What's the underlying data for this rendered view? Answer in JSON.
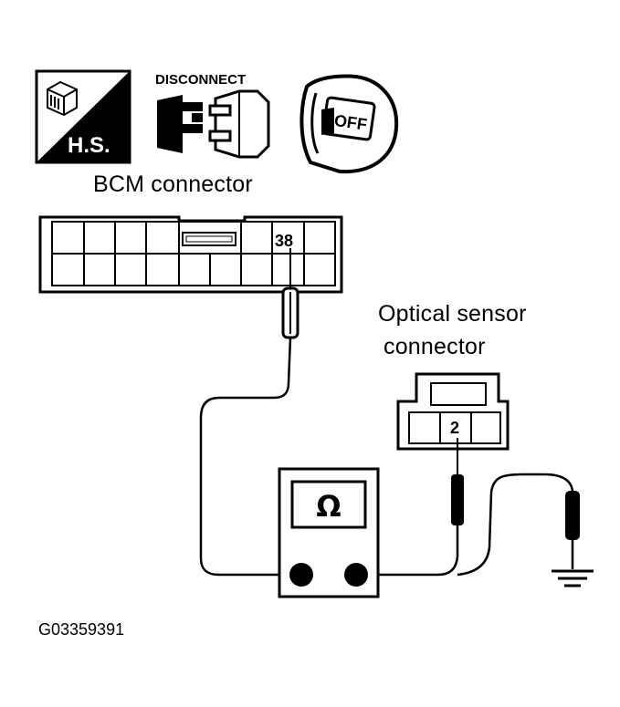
{
  "icons": {
    "hs_label": "H.S.",
    "disconnect_label": "DISCONNECT",
    "ignition_label": "OFF"
  },
  "bcm": {
    "title": "BCM connector",
    "pin": "38"
  },
  "sensor": {
    "title_line1": "Optical sensor",
    "title_line2": "connector",
    "pin": "2"
  },
  "meter": {
    "symbol": "Ω"
  },
  "figure_id": "G03359391",
  "colors": {
    "ink": "#000000",
    "background": "#ffffff"
  }
}
